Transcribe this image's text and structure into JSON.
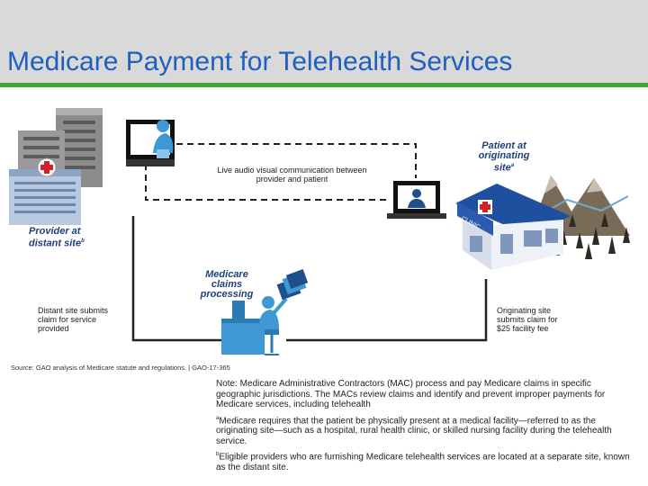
{
  "slide": {
    "title": "Medicare Payment for Telehealth Services",
    "colors": {
      "title": "#1f5fbf",
      "accent_bar": "#3fa535",
      "header_band": "#d9d9d9",
      "label_blue": "#1f3f7a"
    }
  },
  "diagram": {
    "provider_label": "Provider at distant site",
    "provider_mark": "b",
    "patient_label": "Patient at originating site",
    "patient_mark": "a",
    "communication_label": "Live audio visual communication between provider and patient",
    "claims_label": "Medicare claims processing",
    "distant_claim": "Distant site submits claim for service provided",
    "originating_claim": "Originating site submits claim for $25 facility fee",
    "clinic_sign": "CLINIC",
    "icons": [
      "hospital-icon",
      "doctor-monitor-icon",
      "patient-monitor-icon",
      "clinic-icon",
      "mountains-icon",
      "claims-worker-icon"
    ]
  },
  "source": "Source: GAO analysis of Medicare statute and regulations. | GAO-17-365",
  "notes": {
    "note": "Note: Medicare Administrative Contractors (MAC) process and pay Medicare claims in specific geographic jurisdictions. The MACs review claims and identify and prevent improper payments for Medicare services, including telehealth",
    "a_mark": "a",
    "a": "Medicare requires that the patient be physically present at a medical facility—referred to as the originating site—such as a hospital, rural health clinic, or skilled nursing facility during the telehealth service.",
    "b_mark": "b",
    "b": "Eligible providers who are furnishing Medicare telehealth services are located at a separate site, known as the distant site."
  }
}
